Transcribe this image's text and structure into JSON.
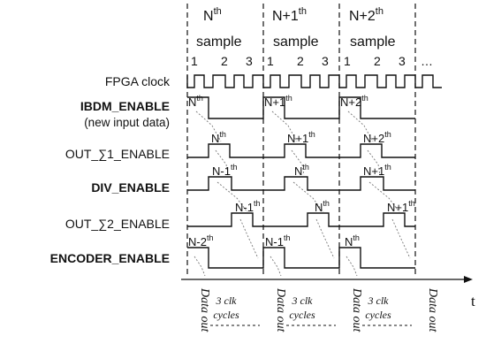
{
  "header": {
    "samples": [
      {
        "base": "N",
        "sup": "th",
        "word": "sample"
      },
      {
        "base": "N+1",
        "sup": "th",
        "word": "sample"
      },
      {
        "base": "N+2",
        "sup": "th",
        "word": "sample"
      }
    ],
    "clock_numbers": [
      "1",
      "2",
      "3",
      "1",
      "2",
      "3",
      "1",
      "2",
      "3"
    ],
    "ellipsis": "…"
  },
  "signals": [
    {
      "id": "fpga",
      "label": "FPGA clock",
      "bold": false
    },
    {
      "id": "ibdm",
      "label": "IBDM_ENABLE",
      "sublabel": "(new input data)",
      "bold": true
    },
    {
      "id": "out1",
      "label": "OUT_∑1_ENABLE",
      "bold": false
    },
    {
      "id": "div",
      "label": "DIV_ENABLE",
      "bold": true
    },
    {
      "id": "out2",
      "label": "OUT_∑2_ENABLE",
      "bold": false
    },
    {
      "id": "enc",
      "label": "ENCODER_ENABLE",
      "bold": true
    }
  ],
  "annotations": {
    "ibdm": [
      {
        "base": "N",
        "sup": "th"
      },
      {
        "base": "N+1",
        "sup": "th"
      },
      {
        "base": "N+2",
        "sup": "th"
      }
    ],
    "out1": [
      {
        "base": "N",
        "sup": "th"
      },
      {
        "base": "N+1",
        "sup": "th"
      },
      {
        "base": "N+2",
        "sup": "th"
      }
    ],
    "div": [
      {
        "base": "N-1",
        "sup": "th"
      },
      {
        "base": "N",
        "sup": "th"
      },
      {
        "base": "N+1",
        "sup": "th"
      }
    ],
    "out2": [
      {
        "base": "N-1",
        "sup": "th"
      },
      {
        "base": "N",
        "sup": "th"
      },
      {
        "base": "N+1",
        "sup": "th"
      }
    ],
    "enc": [
      {
        "base": "N-2",
        "sup": "th"
      },
      {
        "base": "N-1",
        "sup": "th"
      },
      {
        "base": "N",
        "sup": "th"
      }
    ]
  },
  "bottom": {
    "data_out": "Data out",
    "clk_line1": "3 clk",
    "clk_line2": "cycles",
    "axis_label": "t"
  }
}
